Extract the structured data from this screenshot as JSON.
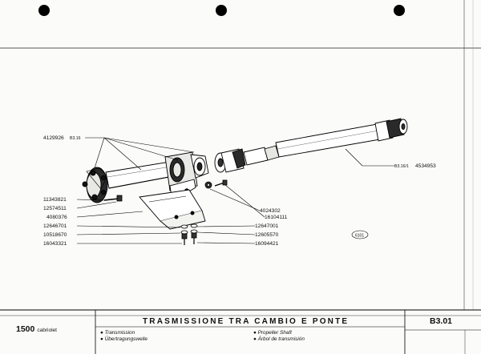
{
  "document": {
    "title": "TRASMISSIONE TRA CAMBIO E PONTE",
    "model": "1500",
    "model_suffix": "cabriolet",
    "plate_code": "B3.01",
    "descriptions": {
      "it": "Transmission",
      "de": "Übertragungswelle",
      "en": "Propeller Shaft",
      "es": "Árbol de transmisión"
    }
  },
  "diagram": {
    "part_numbers": {
      "main_shaft": "4129926",
      "main_shaft_ref": "B3.16",
      "rear_shaft": "4534953",
      "rear_shaft_ref": "B3.16/1",
      "p11343821": "11343821",
      "p12574511": "12574511",
      "p4080376": "4080376",
      "p12646701": "12646701",
      "p10518670": "10518670",
      "p16043321": "16043321",
      "p4024302": "4024302",
      "p16104111": "16104111",
      "p12647001": "12647001",
      "p12605570": "12605570",
      "p16094421": "16094421"
    },
    "stamp": "6101"
  }
}
